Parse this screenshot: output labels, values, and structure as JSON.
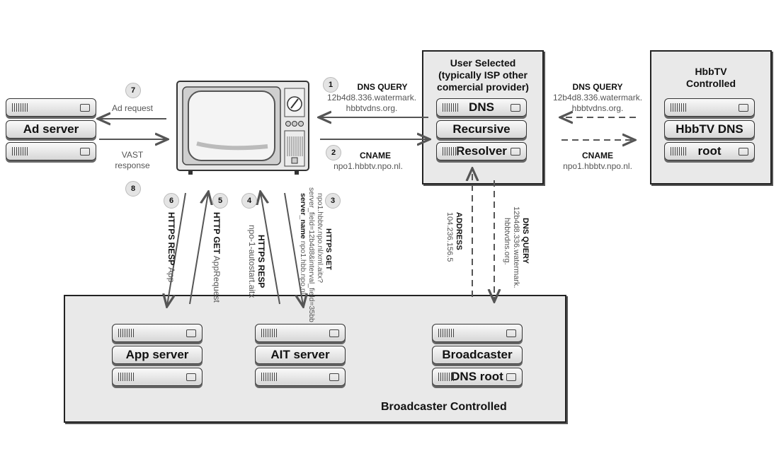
{
  "zones": {
    "user_selected": {
      "title": [
        "User Selected",
        "(typically ISP other",
        "comercial provider)"
      ]
    },
    "hbbtv_controlled": {
      "title": [
        "HbbTV",
        "Controlled"
      ]
    },
    "broadcaster_controlled": {
      "title": "Broadcaster Controlled"
    }
  },
  "servers": {
    "ad_server": {
      "label": "Ad server"
    },
    "dns_resolver": {
      "labels": [
        "DNS",
        "Recursive",
        "Resolver"
      ]
    },
    "hbbtv_dns": {
      "labels": [
        "HbbTV DNS",
        "root"
      ]
    },
    "app_server": {
      "label": "App server"
    },
    "ait_server": {
      "label": "AIT server"
    },
    "broadcaster_dns": {
      "labels": [
        "Broadcaster",
        "DNS root"
      ]
    }
  },
  "device": {
    "name": "television"
  },
  "steps": {
    "s1": {
      "num": "1",
      "title": "DNS QUERY",
      "lines": [
        "12b4d8.336.watermark.",
        "hbbtvdns.org."
      ]
    },
    "s2": {
      "num": "2",
      "title": "CNAME",
      "lines": [
        "npo1.hbbtv.npo.nl."
      ]
    },
    "s3": {
      "num": "3",
      "title": "HTTPS GET",
      "lines": [
        "npo1.hbbtv.npo.nl/xml.aitx?",
        "server_field=12b4d8&interval_field=35bb",
        "npo1.hbb.npo.nl"
      ],
      "bold_prefix": "server_name"
    },
    "s4": {
      "num": "4",
      "title": "HTTPS RESP",
      "lines": [
        "npo-1-autostart.aitx"
      ]
    },
    "s5": {
      "num": "5",
      "title": "HTTP GET",
      "lines": [
        "AppRequest"
      ]
    },
    "s6": {
      "num": "6",
      "title": "HTTPS RESP",
      "lines": [
        "App"
      ]
    },
    "s7": {
      "num": "7",
      "title": "Ad request"
    },
    "s8": {
      "num": "8",
      "title": "VAST",
      "lines": [
        "response"
      ]
    },
    "hbbtv_query": {
      "title": "DNS QUERY",
      "lines": [
        "12b4d8.336.watermark.",
        "hbbtvdns.org."
      ]
    },
    "hbbtv_cname": {
      "title": "CNAME",
      "lines": [
        "npo1.hbbtv.npo.nl."
      ]
    },
    "address": {
      "title": "ADDRESS",
      "lines": [
        "104.236.156.5"
      ]
    },
    "bcast_query": {
      "title": "DNS QUERY",
      "lines": [
        "12b4d8.336.watermark.",
        "hbbtvdns.org."
      ]
    }
  }
}
